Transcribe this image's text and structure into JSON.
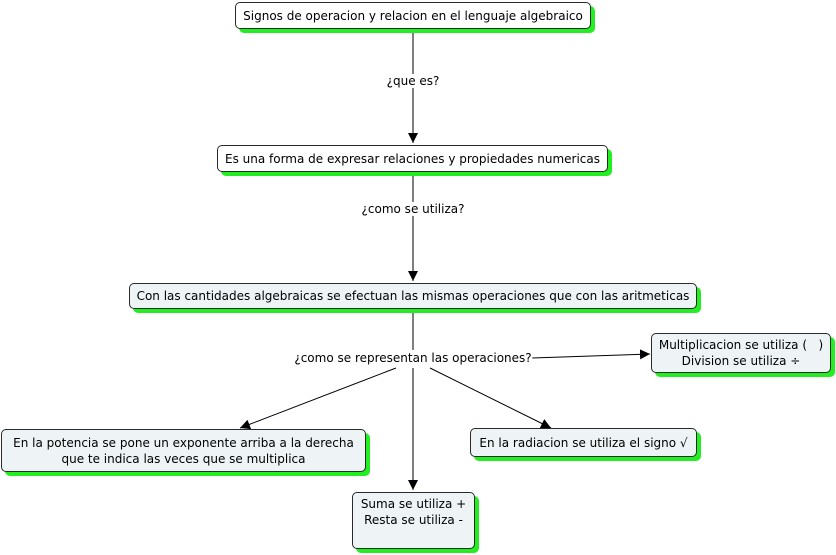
{
  "nodes": {
    "root": "Signos de operacion y relacion en el lenguaje algebraico",
    "definition": "Es una forma de expresar relaciones y propiedades numericas",
    "operations": "Con las cantidades algebraicas se efectuan las mismas operaciones que con las aritmeticas",
    "mult_div": [
      "Multiplicacion se utiliza (   )",
      "Division se utiliza ÷"
    ],
    "potencia": [
      "En la potencia se pone un exponente arriba a la derecha",
      "que te indica las veces que se multiplica"
    ],
    "suma_resta": [
      "Suma se utiliza +",
      "Resta se utiliza -"
    ],
    "radiacion": "En la radiacion se utiliza el signo √"
  },
  "links": {
    "que_es": "¿que es?",
    "como_utiliza": "¿como se utiliza?",
    "como_representan": "¿como se representan las operaciones?"
  },
  "colors": {
    "shadow": "#22ee22",
    "border": "#2a2a2a",
    "line": "#000000"
  }
}
